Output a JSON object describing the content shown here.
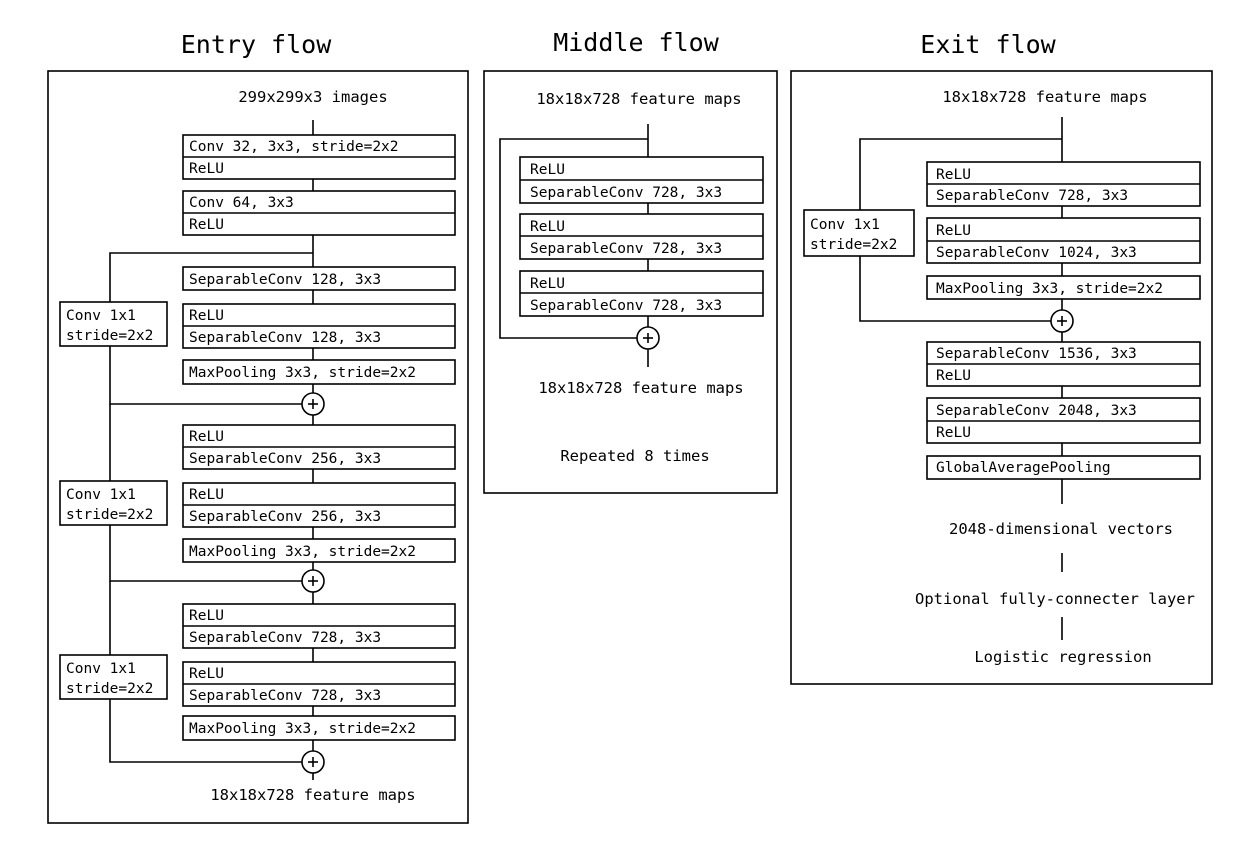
{
  "entry": {
    "title": "Entry flow",
    "input": "299x299x3 images",
    "blocks": [
      {
        "line1": "Conv 32, 3x3, stride=2x2",
        "line2": "ReLU"
      },
      {
        "line1": "Conv 64, 3x3",
        "line2": "ReLU"
      },
      {
        "line1": "SeparableConv 128, 3x3"
      },
      {
        "line1": "ReLU",
        "line2": "SeparableConv 128, 3x3"
      },
      {
        "line1": "MaxPooling 3x3, stride=2x2"
      },
      {
        "line1": "ReLU",
        "line2": "SeparableConv 256, 3x3"
      },
      {
        "line1": "ReLU",
        "line2": "SeparableConv 256, 3x3"
      },
      {
        "line1": "MaxPooling 3x3, stride=2x2"
      },
      {
        "line1": "ReLU",
        "line2": "SeparableConv 728, 3x3"
      },
      {
        "line1": "ReLU",
        "line2": "SeparableConv 728, 3x3"
      },
      {
        "line1": "MaxPooling 3x3, stride=2x2"
      }
    ],
    "shortcuts": [
      {
        "line1": "Conv 1x1",
        "line2": "stride=2x2"
      },
      {
        "line1": "Conv 1x1",
        "line2": "stride=2x2"
      },
      {
        "line1": "Conv 1x1",
        "line2": "stride=2x2"
      }
    ],
    "output": "18x18x728 feature maps"
  },
  "middle": {
    "title": "Middle flow",
    "input": "18x18x728 feature maps",
    "blocks": [
      {
        "line1": "ReLU",
        "line2": "SeparableConv 728, 3x3"
      },
      {
        "line1": "ReLU",
        "line2": "SeparableConv 728, 3x3"
      },
      {
        "line1": "ReLU",
        "line2": "SeparableConv 728, 3x3"
      }
    ],
    "output": "18x18x728 feature maps",
    "note": "Repeated 8 times"
  },
  "exit": {
    "title": "Exit flow",
    "input": "18x18x728 feature maps",
    "blocks": [
      {
        "line1": "ReLU",
        "line2": "SeparableConv 728, 3x3"
      },
      {
        "line1": "ReLU",
        "line2": "SeparableConv 1024, 3x3"
      },
      {
        "line1": "MaxPooling 3x3, stride=2x2"
      },
      {
        "line1": "SeparableConv 1536, 3x3",
        "line2": "ReLU"
      },
      {
        "line1": "SeparableConv 2048, 3x3",
        "line2": "ReLU"
      },
      {
        "line1": "GlobalAveragePooling"
      }
    ],
    "shortcut": {
      "line1": "Conv 1x1",
      "line2": "stride=2x2"
    },
    "vectors": "2048-dimensional vectors",
    "fc": "Optional fully-connecter layer",
    "logistic": "Logistic regression"
  },
  "icons": {
    "add": "plus-circle-icon"
  },
  "colors": {
    "line": "#000000",
    "background": "#ffffff"
  }
}
